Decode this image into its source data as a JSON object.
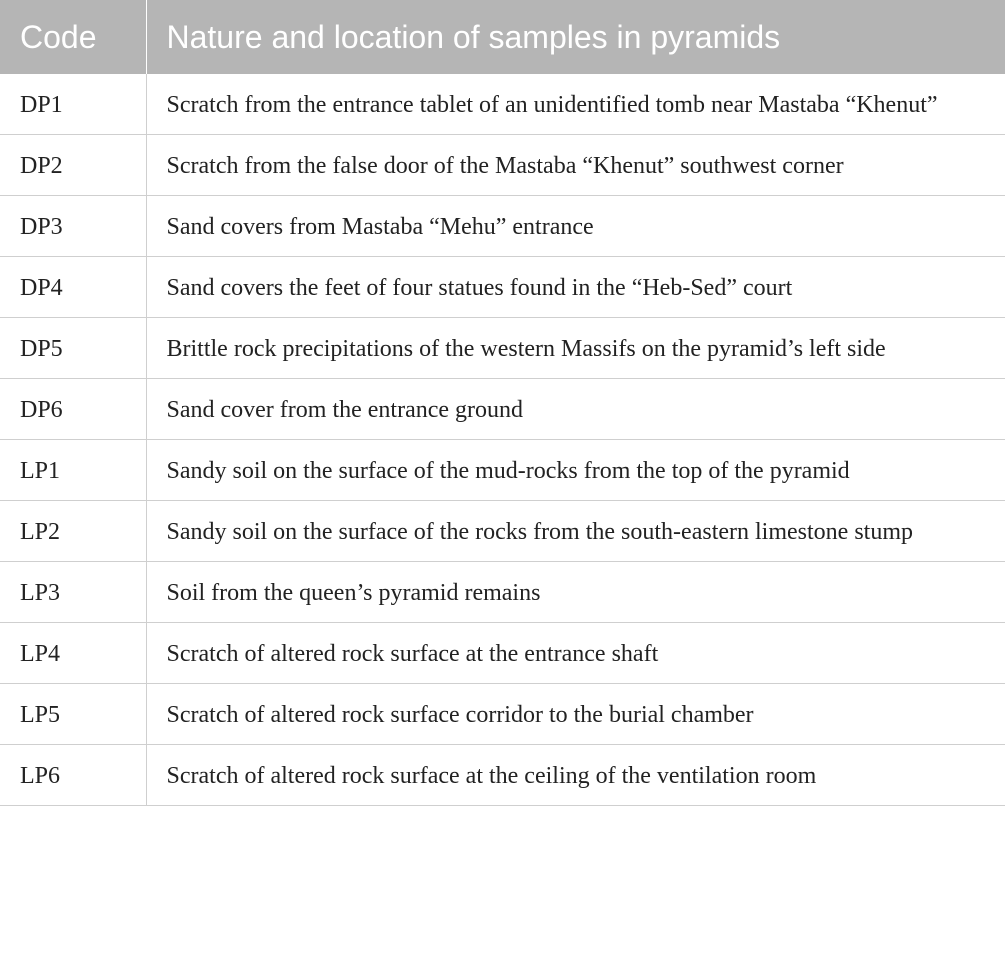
{
  "table": {
    "headers": [
      "Code",
      "Nature and location of samples in pyramids"
    ],
    "rows": [
      {
        "code": "DP1",
        "description": "Scratch from the entrance tablet of an unidentified tomb near Mastaba “Khenut”"
      },
      {
        "code": "DP2",
        "description": "Scratch from the false door of the Mastaba “Khenut” southwest corner"
      },
      {
        "code": "DP3",
        "description": "Sand covers from Mastaba “Mehu” entrance"
      },
      {
        "code": "DP4",
        "description": "Sand covers the feet of four statues found in the “Heb-Sed” court"
      },
      {
        "code": "DP5",
        "description": "Brittle rock precipitations of the western Massifs on the pyramid’s left side"
      },
      {
        "code": "DP6",
        "description": "Sand cover from the entrance ground"
      },
      {
        "code": "LP1",
        "description": "Sandy soil on the surface of the mud-rocks from the top of the pyramid"
      },
      {
        "code": "LP2",
        "description": "Sandy soil on the surface of the rocks from the south-eastern limestone stump"
      },
      {
        "code": "LP3",
        "description": "Soil from the queen’s pyramid remains"
      },
      {
        "code": "LP4",
        "description": "Scratch of altered rock surface at the entrance shaft"
      },
      {
        "code": "LP5",
        "description": "Scratch of altered rock surface corridor to the burial chamber"
      },
      {
        "code": "LP6",
        "description": "Scratch of altered rock surface at the ceiling of the ventilation room"
      }
    ]
  }
}
